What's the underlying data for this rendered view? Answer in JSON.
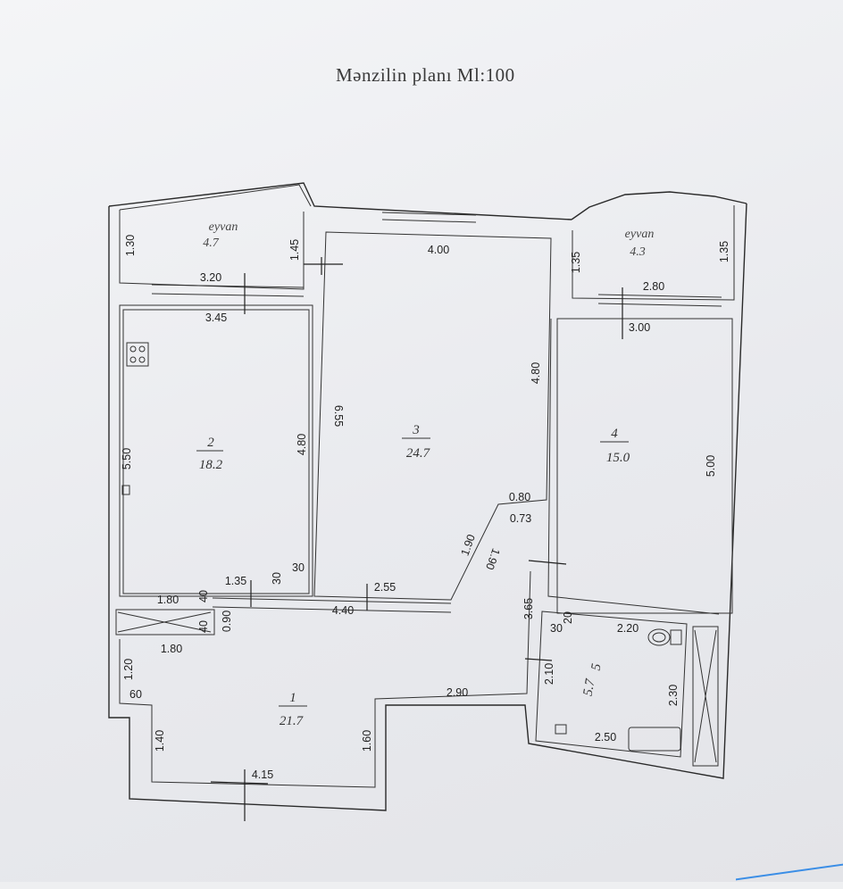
{
  "title": "Mənzilin planı Ml:100",
  "rooms": [
    {
      "id": "1",
      "area": "21.7"
    },
    {
      "id": "2",
      "area": "18.2"
    },
    {
      "id": "3",
      "area": "24.7"
    },
    {
      "id": "4",
      "area": "15.0"
    },
    {
      "id": "5",
      "area": "5.7"
    }
  ],
  "balconies": [
    {
      "label": "eyvan",
      "area": "4.7"
    },
    {
      "label": "eyvan",
      "area": "4.3"
    }
  ],
  "dimensions": {
    "d130": "1.30",
    "d320": "3.20",
    "d145": "1.45",
    "d400": "4.00",
    "d135a": "1.35",
    "d135b": "1.35",
    "d280": "2.80",
    "d345": "3.45",
    "d300": "3.00",
    "d480a": "4.80",
    "d655": "6.55",
    "d550": "5.50",
    "d480b": "4.80",
    "d500": "5.00",
    "d080": "0.80",
    "d073": "0.73",
    "d190a": "1.90",
    "d190b": "1.90",
    "d30a": "30",
    "d30b": "30",
    "d135c": "1.35",
    "d255": "2.55",
    "d180a": "1.80",
    "d40a": "40",
    "d440": "4.40",
    "d365": "3.65",
    "d40b": "40",
    "d090": "0.90",
    "d20": "20",
    "d30c": "30",
    "d220": "2.20",
    "d180b": "1.80",
    "d120": "1.20",
    "d210": "2.10",
    "d230": "2.30",
    "d60": "60",
    "d290": "2.90",
    "d140": "1.40",
    "d160": "1.60",
    "d250": "2.50",
    "d415": "4.15"
  }
}
